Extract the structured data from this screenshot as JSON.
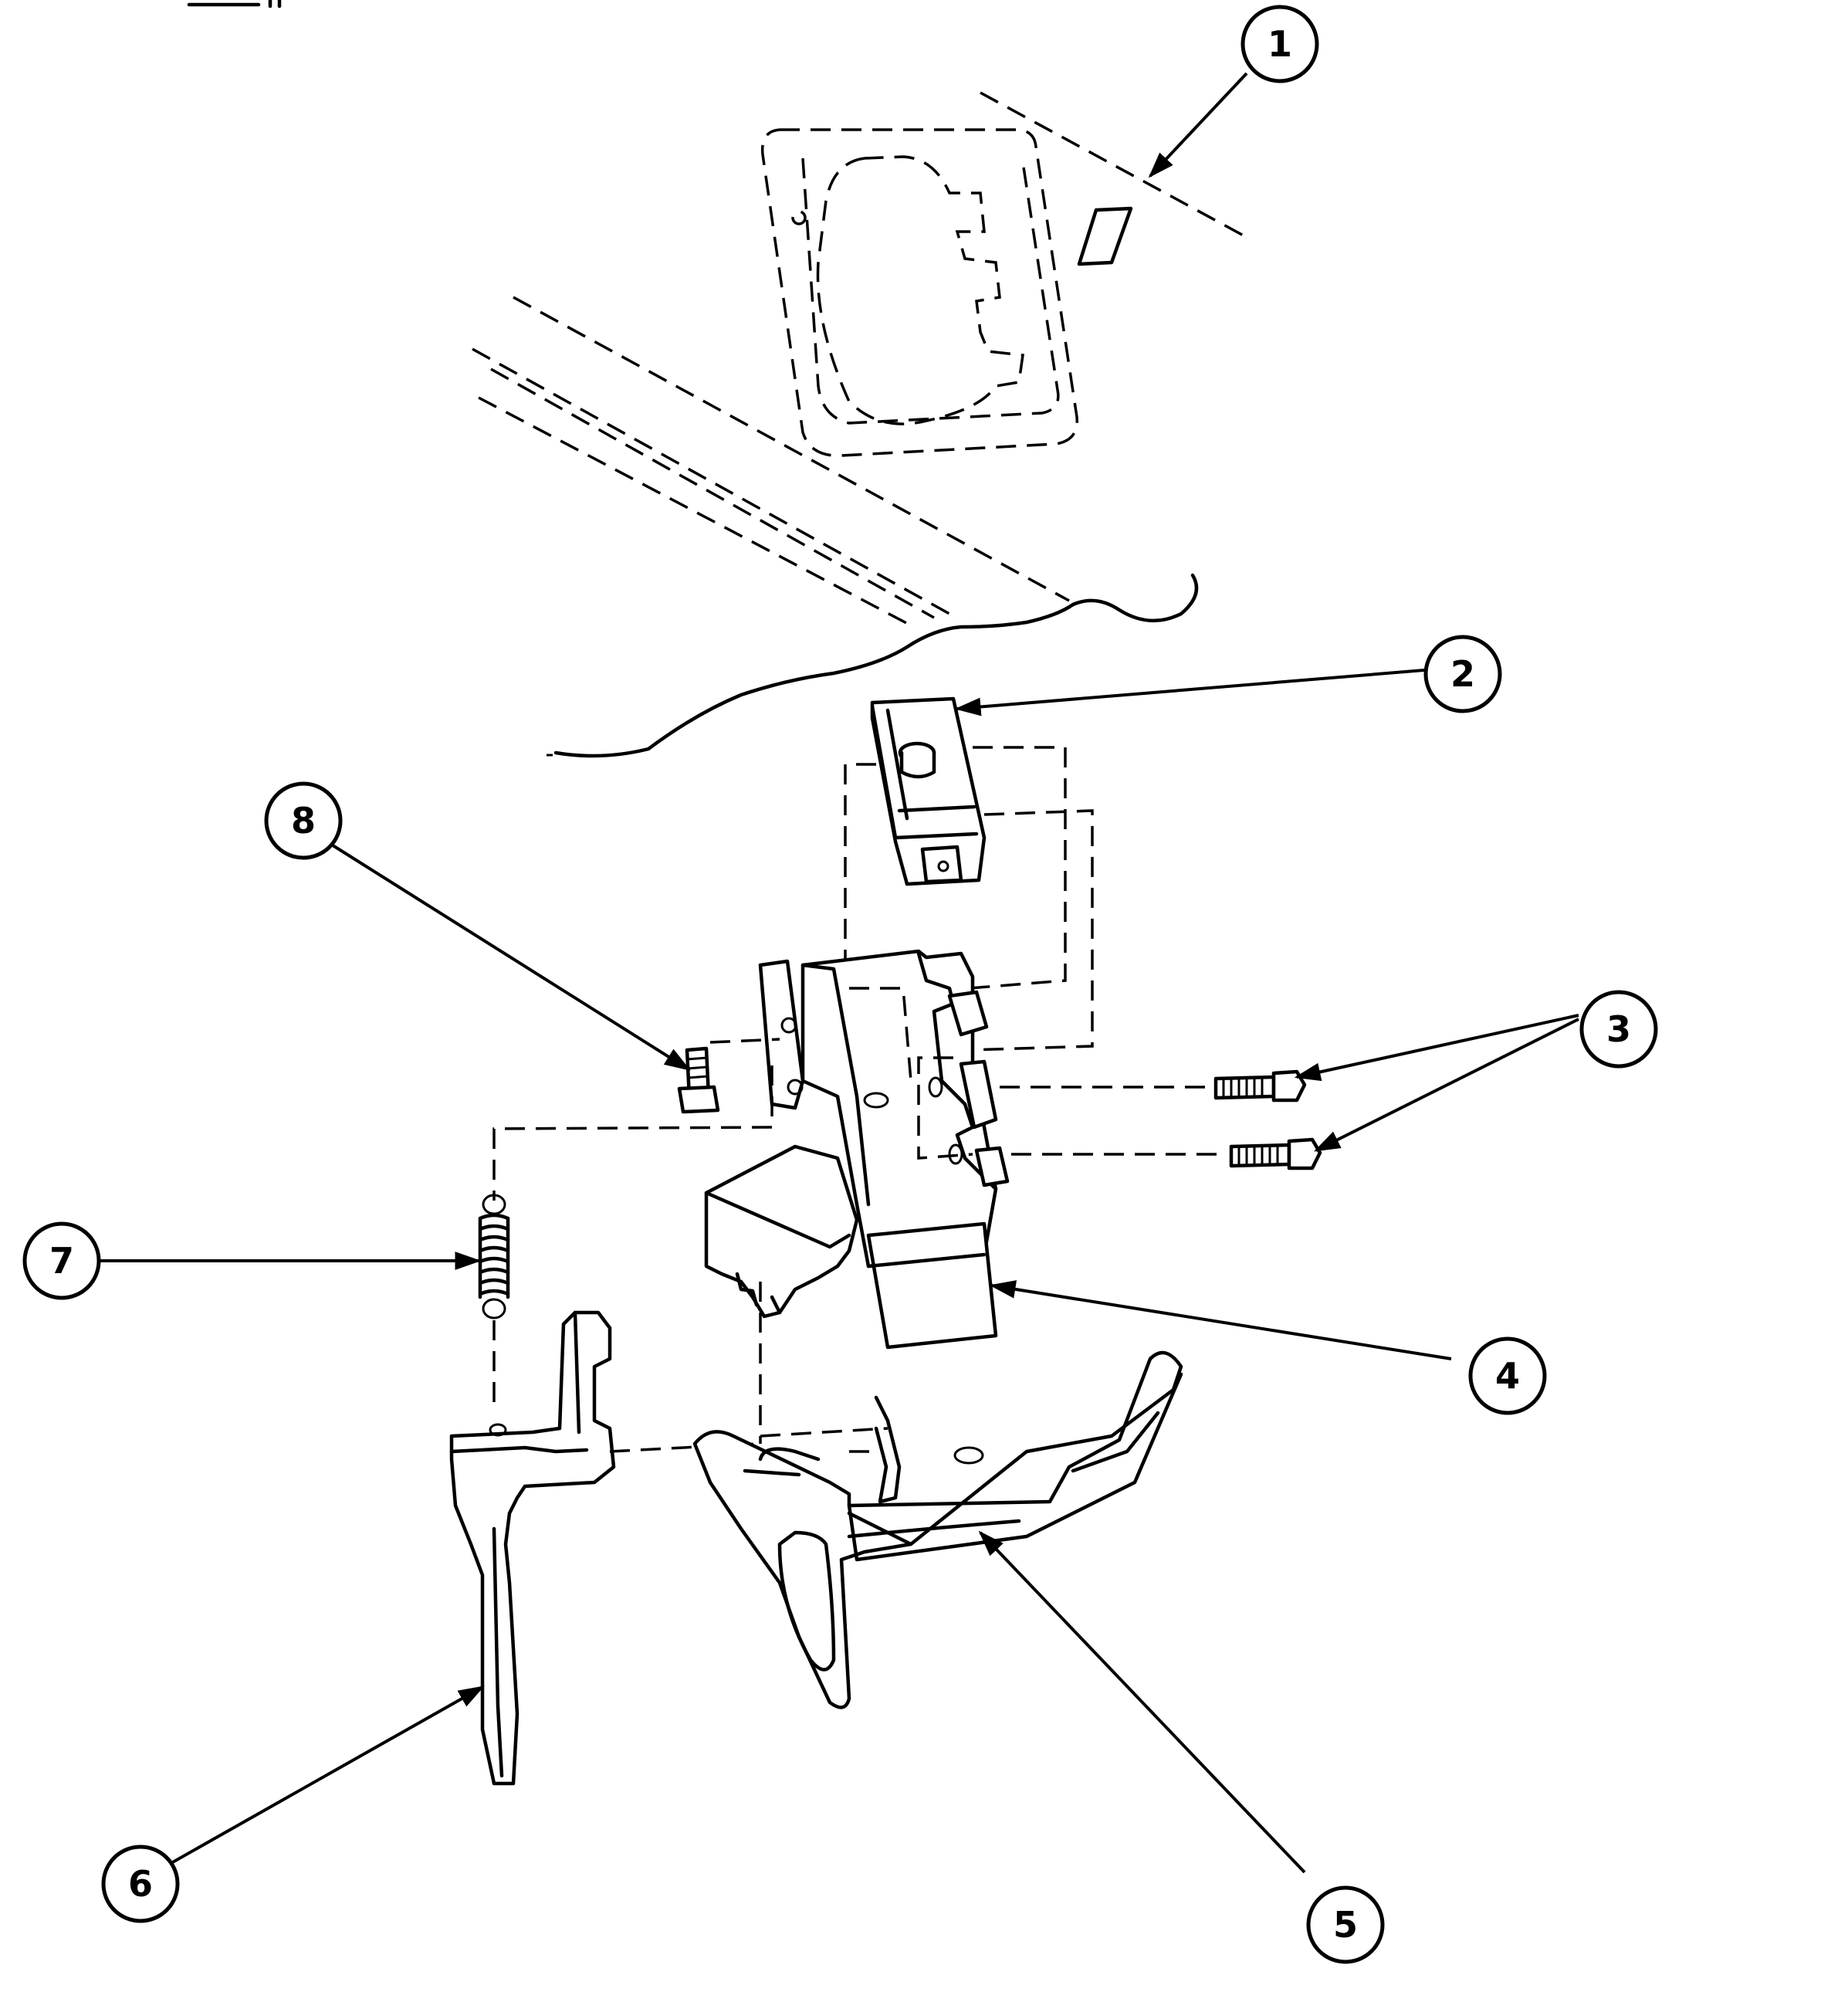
{
  "diagram": {
    "type": "exploded-parts-view",
    "callouts": [
      {
        "number": "1"
      },
      {
        "number": "2"
      },
      {
        "number": "3"
      },
      {
        "number": "4"
      },
      {
        "number": "5"
      },
      {
        "number": "6"
      },
      {
        "number": "7"
      },
      {
        "number": "8"
      }
    ]
  }
}
